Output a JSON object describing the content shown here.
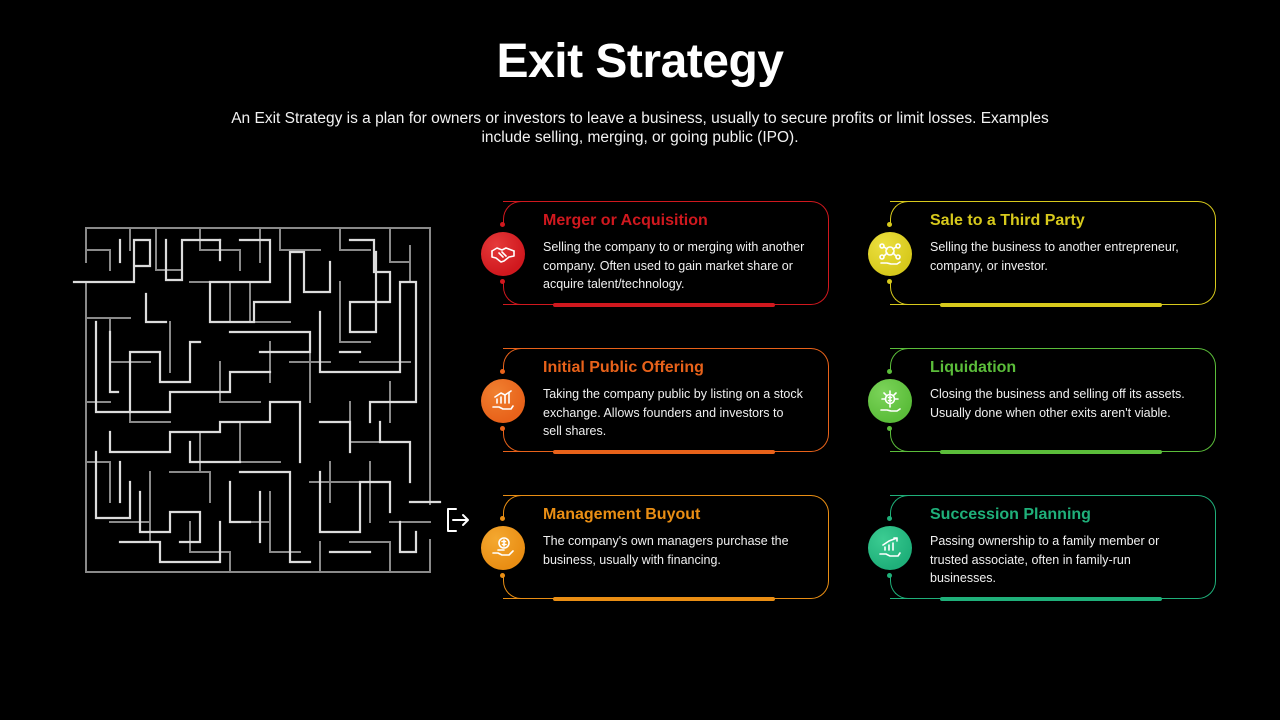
{
  "slide": {
    "title": "Exit Strategy",
    "subtitle": "An Exit Strategy is a plan for owners or investors to leave a business, usually to secure profits or limit losses. Examples include selling, merging, or going public (IPO)."
  },
  "decor": {
    "maze_icon": "maze-illustration",
    "exit_icon": "exit-arrow-icon"
  },
  "cards": [
    {
      "heading": "Merger or Acquisition",
      "desc": "Selling the company to or merging with another company. Often used to gain market share or acquire talent/technology.",
      "color": "#d0181e",
      "color_light": "#e53a3a",
      "icon": "handshake-icon"
    },
    {
      "heading": "Initial Public Offering",
      "desc": "Taking the company public by listing on a stock exchange. Allows founders and investors to sell shares.",
      "color": "#e8621a",
      "color_light": "#f08030",
      "icon": "growth-chart-hand-icon"
    },
    {
      "heading": "Management Buyout",
      "desc": "The company's own managers purchase the business, usually with financing.",
      "color": "#e98e14",
      "color_light": "#f4a830",
      "icon": "money-hand-icon"
    },
    {
      "heading": "Sale to a Third Party",
      "desc": "Selling the business to another entrepreneur, company, or investor.",
      "color": "#d7c91c",
      "color_light": "#ece040",
      "icon": "coin-network-icon"
    },
    {
      "heading": "Liquidation",
      "desc": "Closing the business and selling off its assets. Usually done when other exits aren't viable.",
      "color": "#5bbd3a",
      "color_light": "#7cd45a",
      "icon": "dollar-network-icon"
    },
    {
      "heading": "Succession Planning",
      "desc": "Passing ownership to a family member or trusted associate, often in family-run businesses.",
      "color": "#1fb07a",
      "color_light": "#3ccc92",
      "icon": "chart-hand-icon"
    }
  ]
}
